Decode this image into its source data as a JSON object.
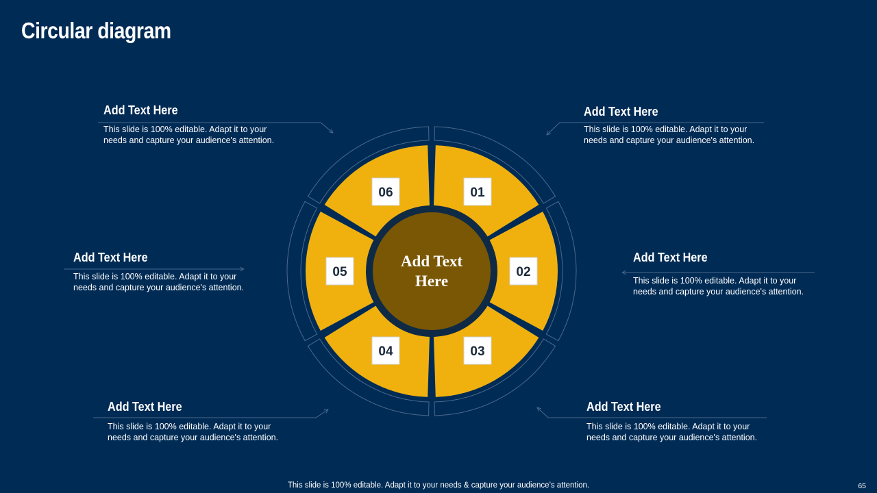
{
  "slide": {
    "title": "Circular diagram",
    "footer": "This slide is 100% editable. Adapt it to your needs & capture your audience’s attention.",
    "page_number": "65"
  },
  "diagram": {
    "center_label_line1": "Add Text",
    "center_label_line2": "Here",
    "segments": [
      {
        "number": "01"
      },
      {
        "number": "02"
      },
      {
        "number": "03"
      },
      {
        "number": "04"
      },
      {
        "number": "05"
      },
      {
        "number": "06"
      }
    ],
    "colors": {
      "background": "#002b55",
      "segment": "#f0b10f",
      "center": "#7a5705",
      "ring_stroke": "#4a6a8c"
    }
  },
  "callouts": [
    {
      "title": "Add Text Here",
      "text": "This slide is 100% editable. Adapt it to your needs and capture your audience's attention."
    },
    {
      "title": "Add Text Here",
      "text": "This slide is 100% editable. Adapt it to your needs and capture your audience's attention."
    },
    {
      "title": "Add Text Here",
      "text": "This slide is 100% editable. Adapt it to your needs and capture your audience's attention."
    },
    {
      "title": "Add Text Here",
      "text": "This slide is 100% editable. Adapt it to your needs and capture your audience's attention."
    },
    {
      "title": "Add Text Here",
      "text": "This slide is 100% editable. Adapt it to your needs and capture your audience's attention."
    },
    {
      "title": "Add Text Here",
      "text": "This slide is 100% editable. Adapt it to your needs and capture your audience's attention."
    }
  ]
}
